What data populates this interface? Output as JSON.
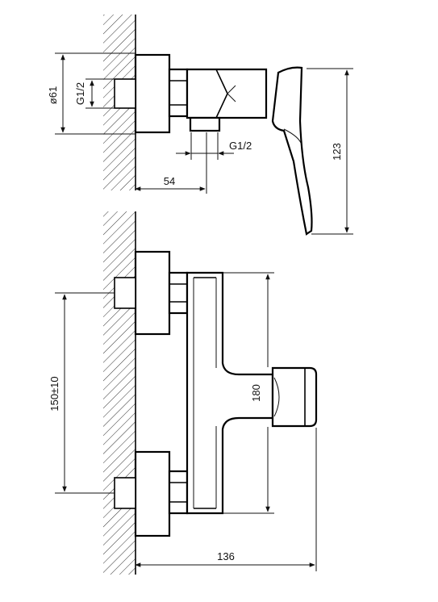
{
  "drawing": {
    "views": {
      "side": {
        "dims": {
          "diameter": "ø61",
          "inlet_thread": "G1/2",
          "outlet_thread": "G1/2",
          "depth": "54",
          "height": "123"
        }
      },
      "front": {
        "dims": {
          "center_distance": "150±10",
          "body_height": "180",
          "total_depth": "136"
        }
      }
    }
  }
}
